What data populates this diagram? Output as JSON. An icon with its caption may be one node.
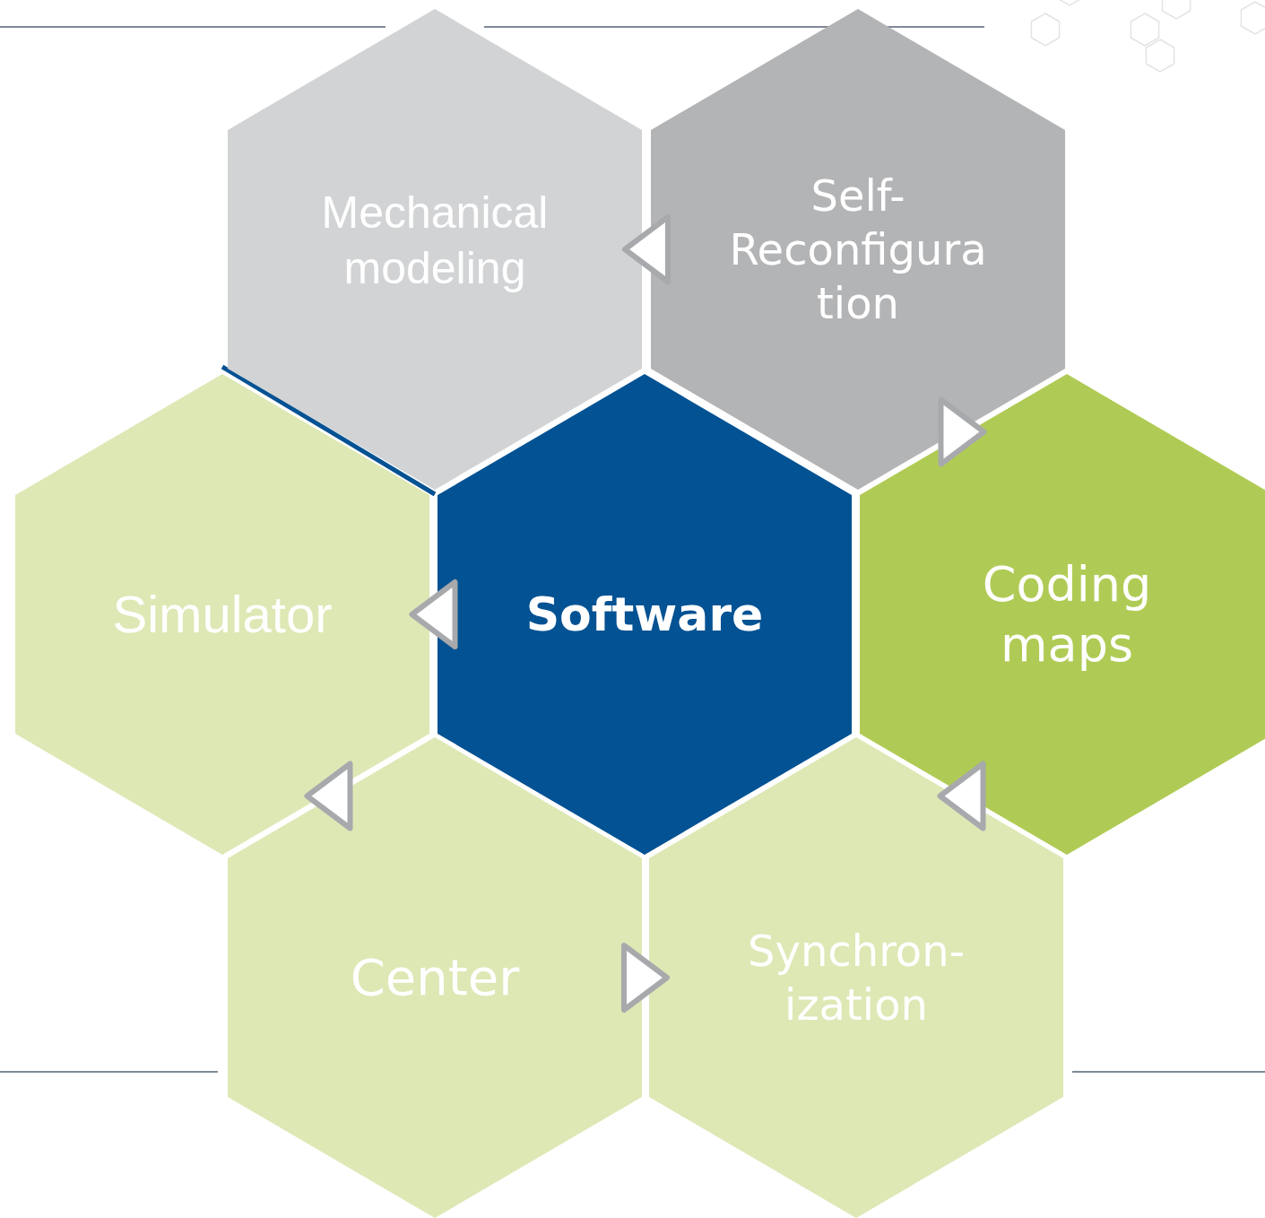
{
  "diagram": {
    "nodes": [
      {
        "text": [
          "Mechanical modeling"
        ]
      },
      {
        "text": [
          "Self-Reconfiguration"
        ]
      },
      {
        "text": [
          "Simulator"
        ]
      },
      {
        "text": [
          "Software"
        ]
      },
      {
        "text": [
          "Coding maps"
        ]
      },
      {
        "text": [
          "Center"
        ]
      },
      {
        "text": [
          "Synchron-ization"
        ]
      }
    ],
    "edges": [
      {
        "from": 1,
        "to": 0,
        "arrow": "to"
      },
      {
        "from": 1,
        "to": 4,
        "arrow": "to"
      },
      {
        "from": 4,
        "to": 6,
        "arrow": "to"
      },
      {
        "from": 5,
        "to": 6,
        "arrow": "to"
      },
      {
        "from": 5,
        "to": 2,
        "arrow": "to"
      },
      {
        "from": 3,
        "to": 2,
        "arrow": "to"
      }
    ]
  }
}
